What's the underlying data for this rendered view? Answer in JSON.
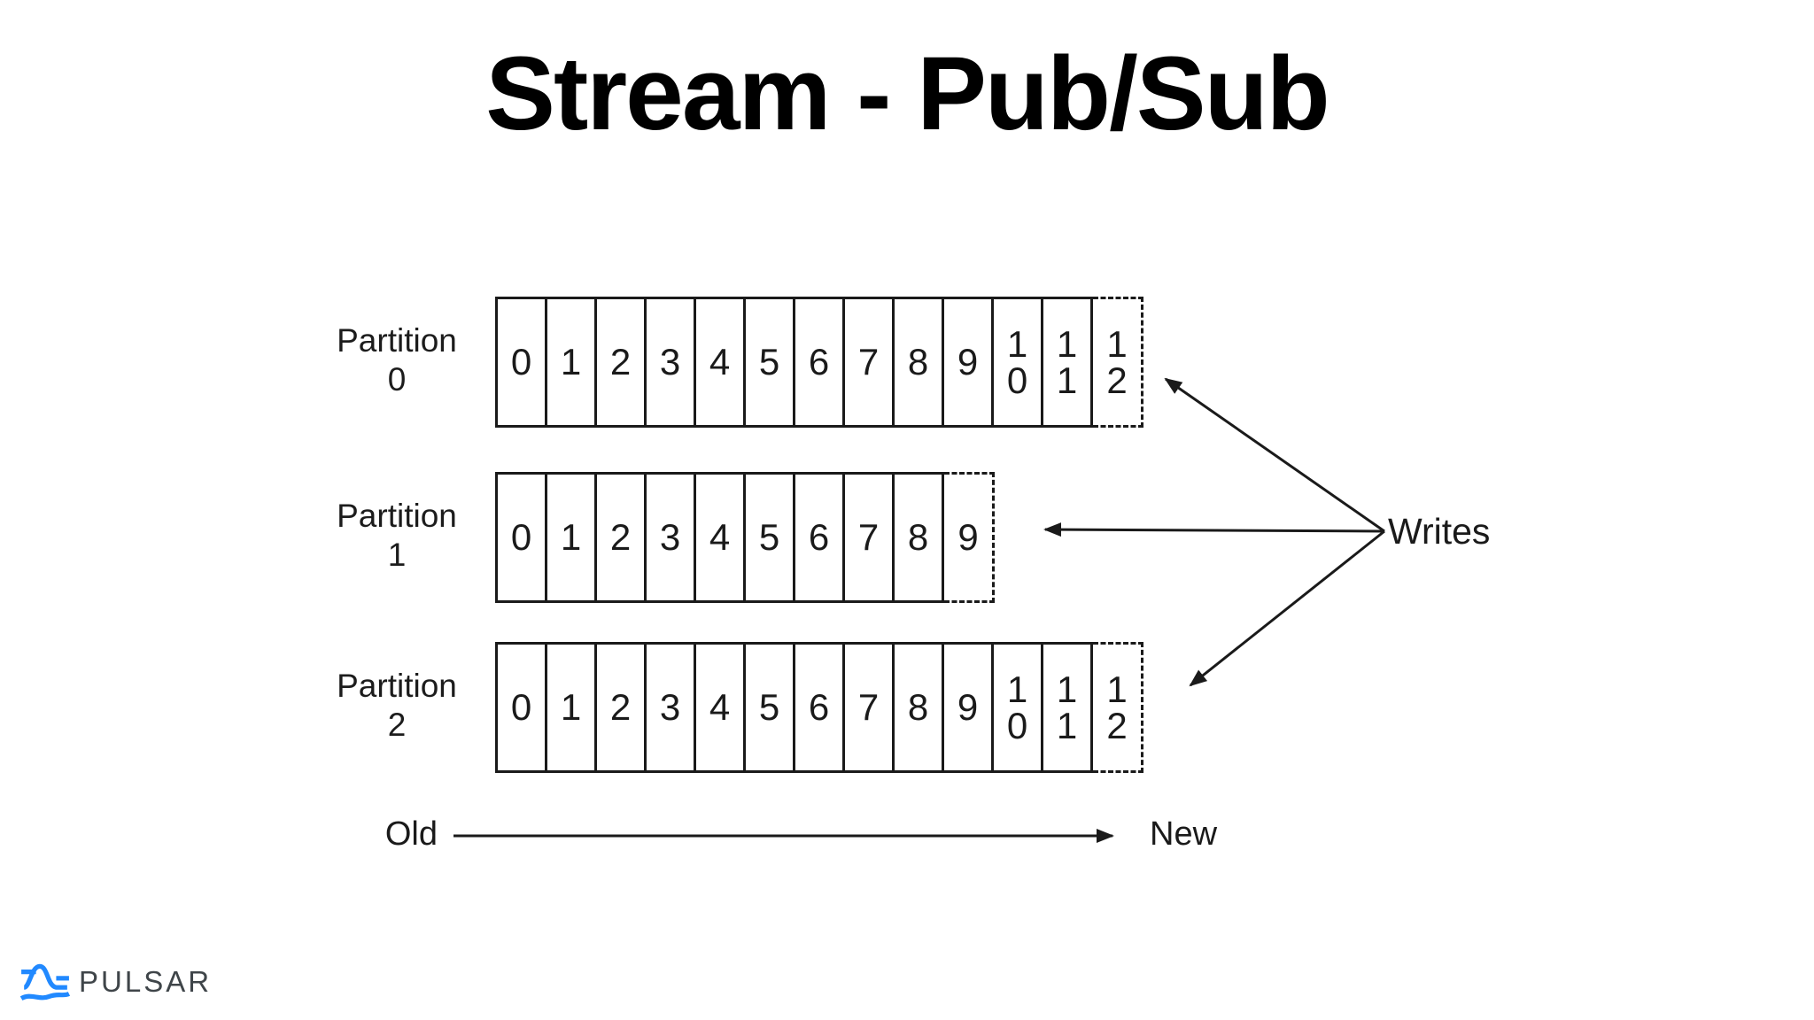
{
  "title": "Stream - Pub/Sub",
  "partitions": [
    {
      "name": "Partition",
      "number": "0",
      "cells": [
        "0",
        "1",
        "2",
        "3",
        "4",
        "5",
        "6",
        "7",
        "8",
        "9",
        "10",
        "11"
      ],
      "pending_cell": "12"
    },
    {
      "name": "Partition",
      "number": "1",
      "cells": [
        "0",
        "1",
        "2",
        "3",
        "4",
        "5",
        "6",
        "7",
        "8"
      ],
      "pending_cell": "9"
    },
    {
      "name": "Partition",
      "number": "2",
      "cells": [
        "0",
        "1",
        "2",
        "3",
        "4",
        "5",
        "6",
        "7",
        "8",
        "9",
        "10",
        "11"
      ],
      "pending_cell": "12"
    }
  ],
  "writes": {
    "label": "Writes"
  },
  "axis": {
    "old_label": "Old",
    "new_label": "New"
  },
  "brand": {
    "wordmark": "PULSAR",
    "icon": "pulsar-pulse-icon"
  },
  "colors": {
    "ink": "#1a1a1a",
    "title": "#000000",
    "brand_blue": "#2189ff",
    "brand_gray": "#3f4549"
  }
}
